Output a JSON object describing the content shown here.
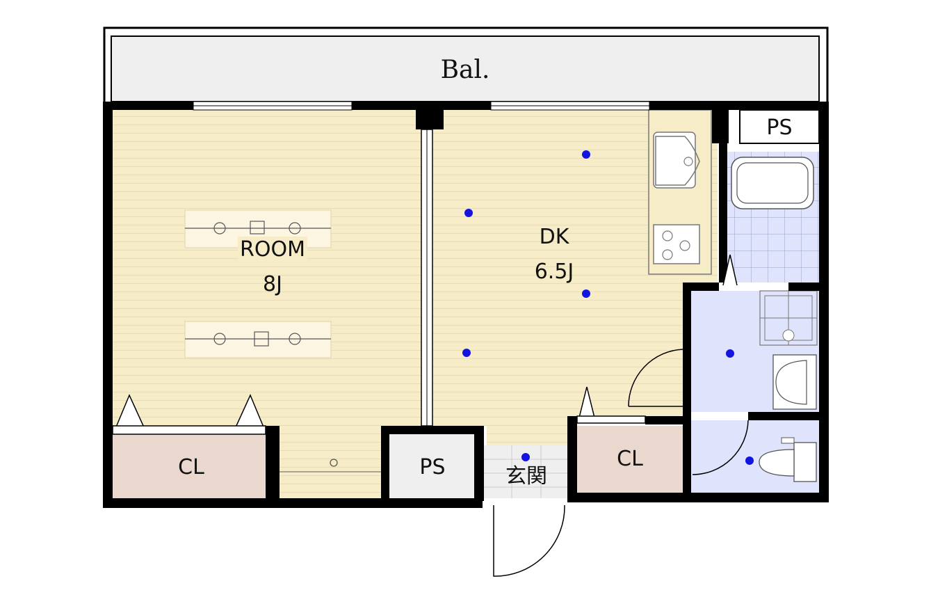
{
  "plan": {
    "balcony": "Bal.",
    "room": {
      "name": "ROOM",
      "size": "8J"
    },
    "dk": {
      "name": "DK",
      "size": "6.5J"
    },
    "closet_left": "CL",
    "closet_right": "CL",
    "ps_top": "PS",
    "ps_bottom": "PS",
    "entrance": "玄関"
  },
  "colors": {
    "floor_wood": "#f7ecc8",
    "floor_wet": "#dfe3fb",
    "closet": "#ead7cd",
    "ps": "#efefef",
    "entrance": "#efefef",
    "wall": "#000000",
    "light_dot": "#1414e0"
  }
}
